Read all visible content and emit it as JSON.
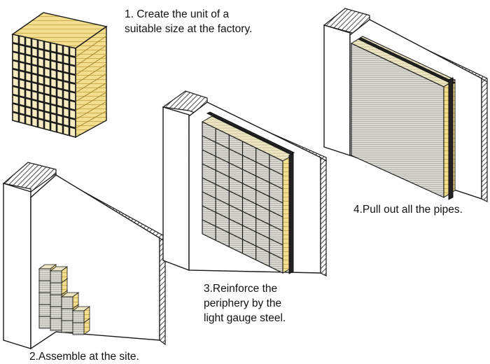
{
  "steps": [
    {
      "id": "step-1",
      "lines": [
        "1. Create the unit of a",
        "suitable size at the factory."
      ]
    },
    {
      "id": "step-2",
      "lines": [
        "2.Assemble at the site."
      ]
    },
    {
      "id": "step-3",
      "lines": [
        "3.Reinforce the",
        "periphery by the",
        "light gauge steel."
      ]
    },
    {
      "id": "step-4",
      "lines": [
        "4.Pull out all the pipes."
      ]
    }
  ],
  "colors": {
    "wood": "#f3dd8e",
    "wood_line": "#c9a94a",
    "panel_face": "#dcdcd6",
    "panel_top": "#ece6c4",
    "steel": "#222222",
    "wall": "#ffffff",
    "outline": "#1a1a1a"
  }
}
